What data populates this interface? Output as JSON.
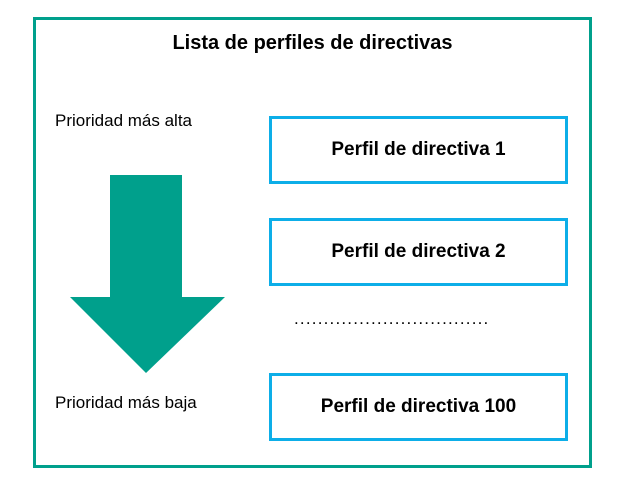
{
  "diagram": {
    "title": "Lista de perfiles de directivas",
    "frame_color": "#00a08c",
    "box_border_color": "#0daee8",
    "arrow_color": "#00a08c",
    "text_color": "#000000",
    "background_color": "#ffffff"
  },
  "priority": {
    "high_label": "Prioridad más alta",
    "low_label": "Prioridad más baja",
    "arrow_direction": "down",
    "arrow_icon": "arrow-down-icon"
  },
  "profiles": [
    {
      "label": "Perfil de directiva 1"
    },
    {
      "label": "Perfil de directiva 2"
    },
    {
      "label": "Perfil de directiva 100"
    }
  ],
  "separator": {
    "dots": "................................."
  }
}
